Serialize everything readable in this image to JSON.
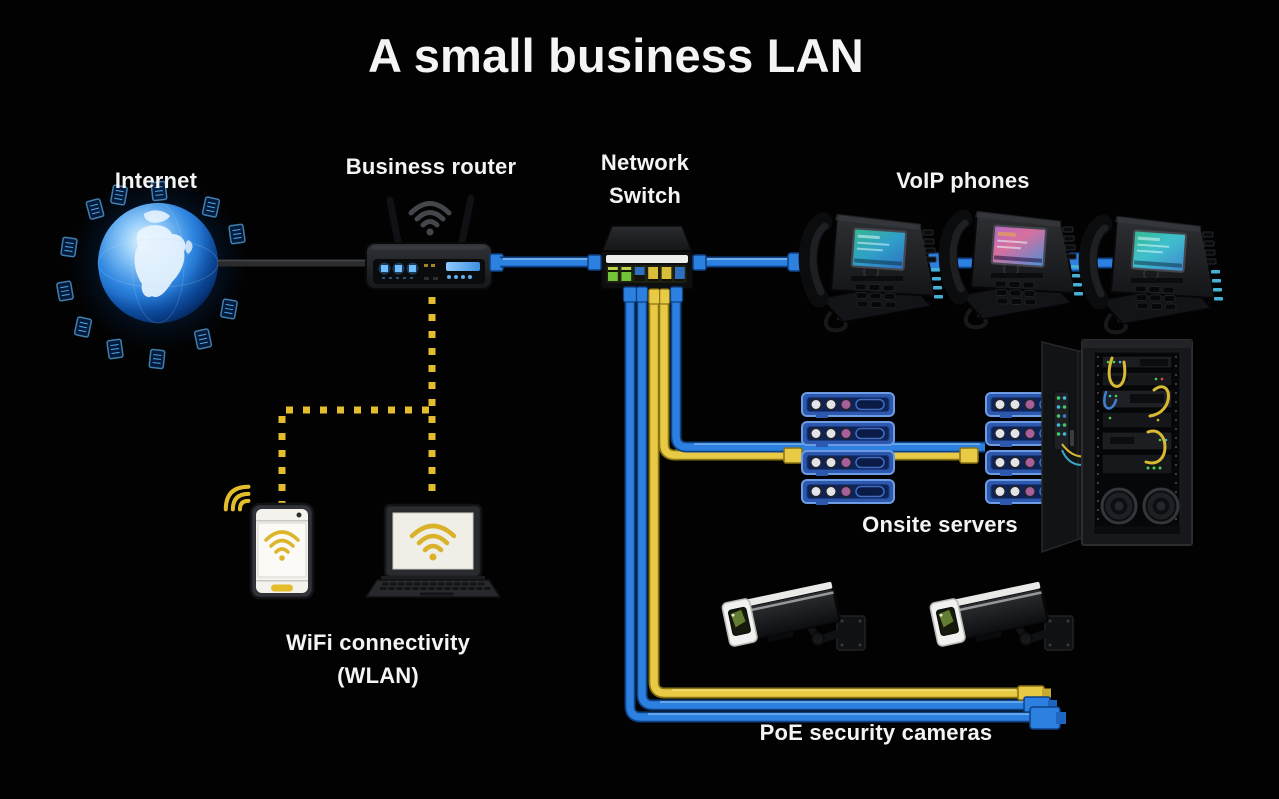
{
  "title": "A small business LAN",
  "labels": {
    "internet": "Internet",
    "router": "Business router",
    "switch_line1": "Network",
    "switch_line2": "Switch",
    "voip": "VoIP phones",
    "servers": "Onsite servers",
    "wifi_line1": "WiFi connectivity",
    "wifi_line2": "(WLAN)",
    "cameras": "PoE security cameras"
  },
  "icons": {
    "internet": "globe-network-icon",
    "router": "wifi-router-icon",
    "switch": "ethernet-switch-icon",
    "voip": "desk-phone-icon",
    "servers": "rack-server-icon",
    "server_cabinet": "server-cabinet-icon",
    "wifi_smartphone": "smartphone-wifi-icon",
    "wifi_laptop": "laptop-wifi-icon",
    "cameras": "bullet-camera-icon",
    "wifi_signal": "wifi-signal-icon"
  },
  "colors": {
    "background": "#020202",
    "label_text": "#f4f4f4",
    "cable_blue": "#2b80e0",
    "cable_blue_dark": "#0f4186",
    "cable_yellow": "#e8ca45",
    "cable_yellow_dark": "#8a7414",
    "cable_internet": "#2b2c2e",
    "wifi_yellow": "#e4bd2d",
    "led_blue": "#6fbfff",
    "server_blue": "#2c59ad",
    "globe_blue": "#2f8fe8"
  }
}
